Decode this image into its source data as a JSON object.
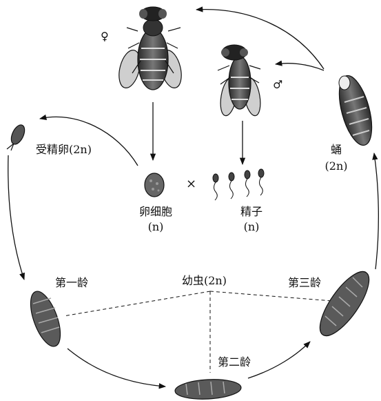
{
  "labels": {
    "female_symbol": "♀",
    "male_symbol": "♂",
    "cross": "×",
    "fertilized_egg": "受精卵(2n)",
    "egg_cell": "卵细胞",
    "egg_cell_ploidy": "(n)",
    "sperm": "精子",
    "sperm_ploidy": "(n)",
    "pupa": "蛹",
    "pupa_ploidy": "(2n)",
    "larva": "幼虫(2n)",
    "first_instar": "第一龄",
    "second_instar": "第二龄",
    "third_instar": "第三龄"
  },
  "colors": {
    "ink": "#111111",
    "shade": "#555555",
    "wing": "#cfcfcf"
  }
}
